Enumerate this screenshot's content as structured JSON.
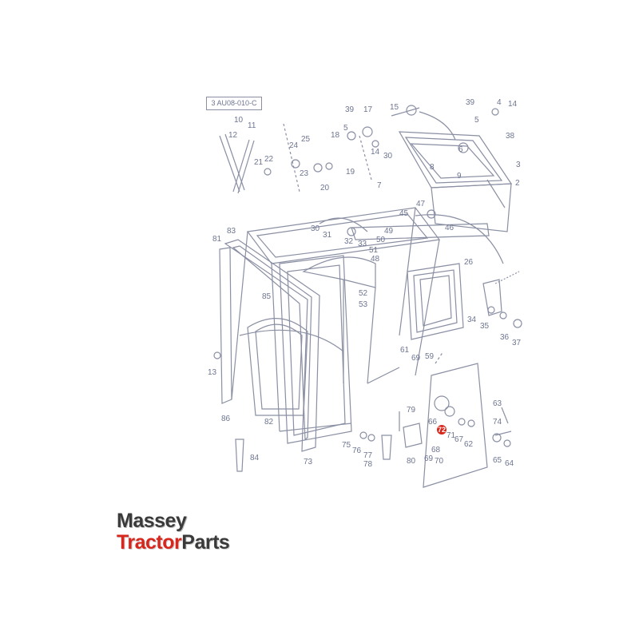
{
  "diagram": {
    "reference_code": "3 AU08-010-C",
    "highlighted_part": "72",
    "callouts": [
      "39",
      "17",
      "15",
      "5",
      "18",
      "24",
      "25",
      "14",
      "30",
      "23",
      "19",
      "20",
      "7",
      "22",
      "21",
      "10",
      "11",
      "12",
      "39",
      "4",
      "14",
      "5",
      "38",
      "6",
      "8",
      "9",
      "3",
      "2",
      "45",
      "47",
      "46",
      "49",
      "30",
      "31",
      "32",
      "33",
      "50",
      "51",
      "48",
      "81",
      "83",
      "26",
      "85",
      "52",
      "53",
      "34",
      "35",
      "36",
      "37",
      "13",
      "61",
      "69",
      "59",
      "86",
      "82",
      "73",
      "79",
      "75",
      "76",
      "77",
      "78",
      "80",
      "66",
      "67",
      "62",
      "71",
      "68",
      "69",
      "70",
      "63",
      "74",
      "65",
      "64",
      "84"
    ]
  },
  "brand": {
    "line1": "Massey",
    "line2_part1": "Tractor",
    "line2_part2": "Parts"
  },
  "colors": {
    "line": "#8a8fa3",
    "label": "#6e7591",
    "highlight": "#d8261c"
  }
}
